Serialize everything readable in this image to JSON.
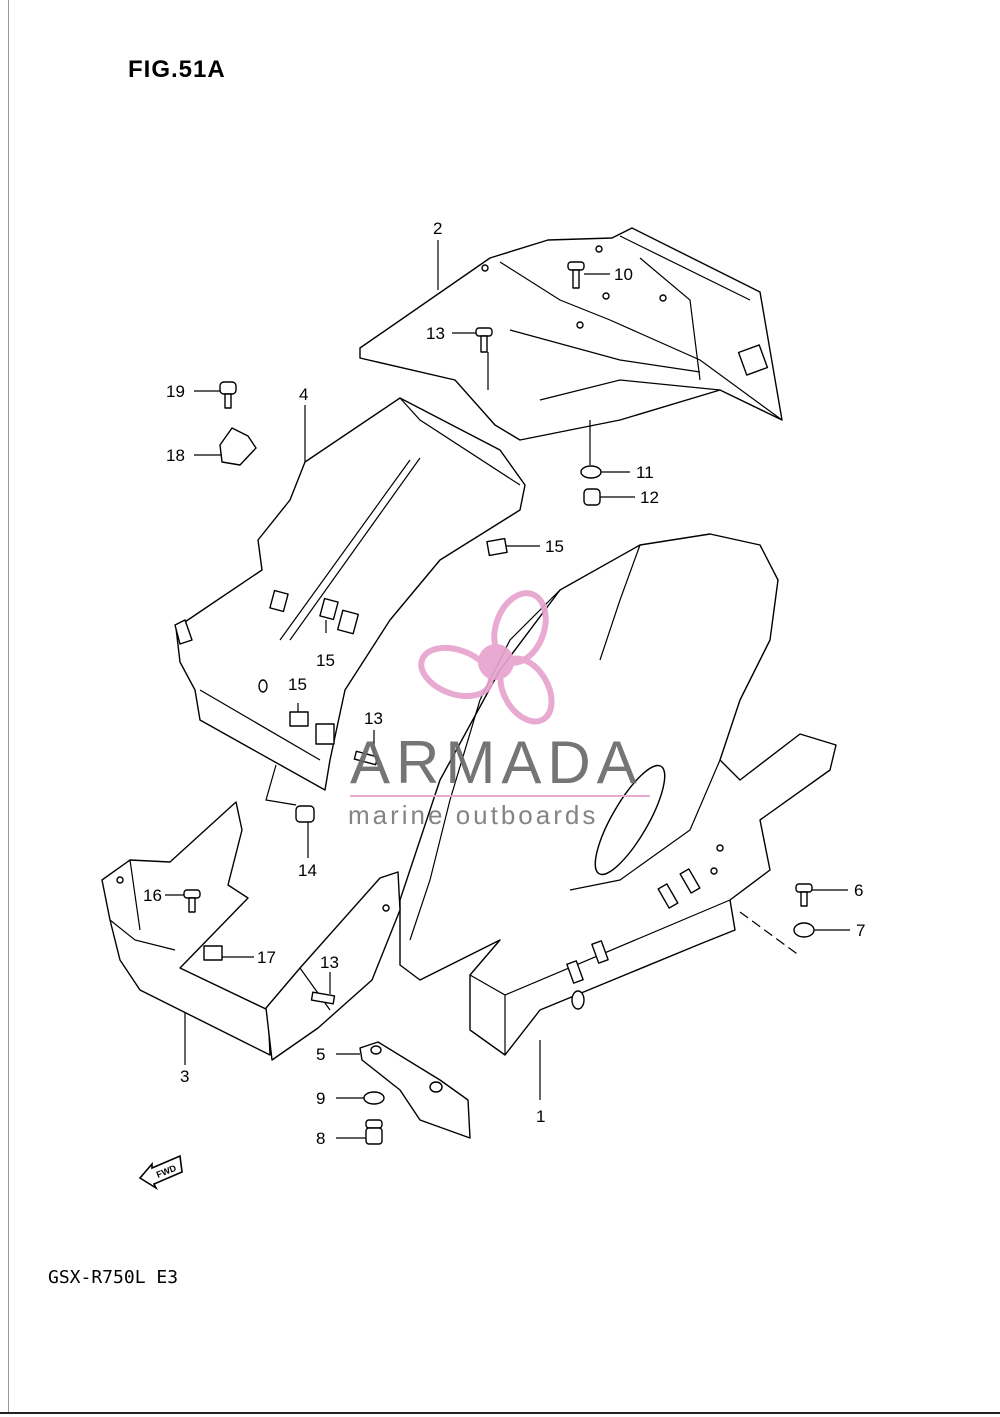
{
  "figure": {
    "title": "FIG.51A",
    "model": "GSX-R750L  E3"
  },
  "fwd_badge": "FWD",
  "watermark": {
    "brand": "ARMADA",
    "tagline": "marine outboards",
    "accent_color": "#e8a3cf"
  },
  "callouts": {
    "c1": "1",
    "c2": "2",
    "c3": "3",
    "c4": "4",
    "c5": "5",
    "c6": "6",
    "c7": "7",
    "c8": "8",
    "c9": "9",
    "c10": "10",
    "c11": "11",
    "c12": "12",
    "c13a": "13",
    "c13b": "13",
    "c13c": "13",
    "c14": "14",
    "c15a": "15",
    "c15b": "15",
    "c15c": "15",
    "c16": "16",
    "c17": "17",
    "c18": "18",
    "c19": "19"
  }
}
